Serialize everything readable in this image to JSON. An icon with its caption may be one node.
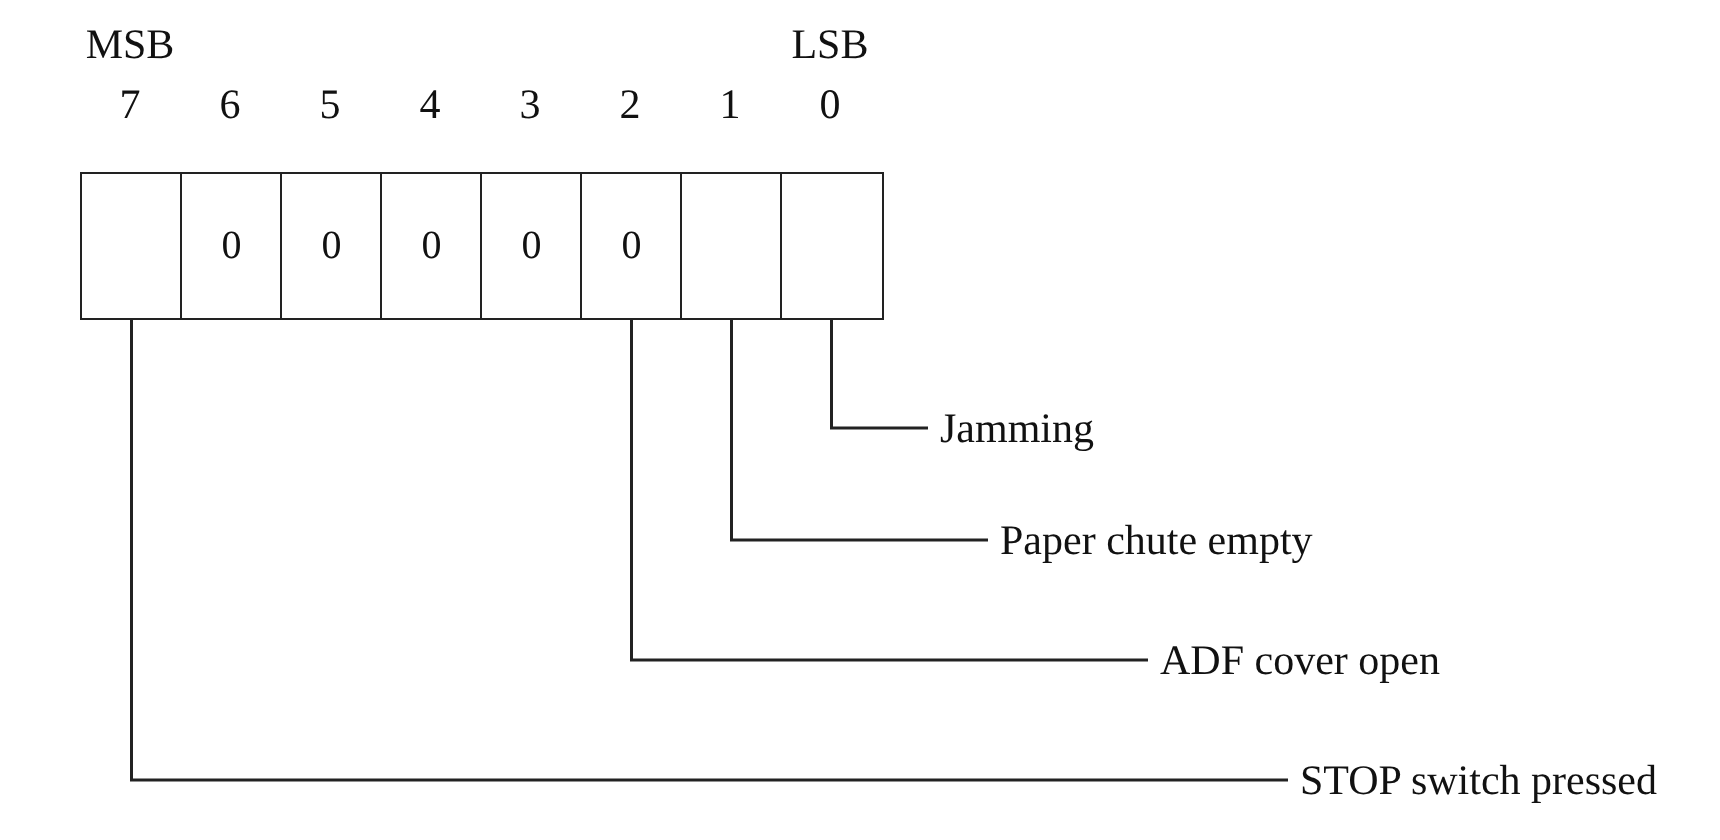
{
  "diagram": {
    "nodes": [
      {
        "text": [],
        "shape": "box"
      },
      {
        "text": [
          "0"
        ]
      },
      {
        "text": [
          "0"
        ]
      },
      {
        "text": [
          "0"
        ]
      },
      {
        "text": [
          "0"
        ]
      },
      {
        "text": [
          "0"
        ]
      },
      {
        "text": [],
        "shape": "box"
      },
      {
        "text": [],
        "shape": "box"
      },
      {
        "text": [
          "Jamming"
        ]
      },
      {
        "text": [
          "Paper chute empty"
        ]
      },
      {
        "text": [
          "ADF cover open"
        ]
      },
      {
        "text": [
          "STOP switch pressed"
        ]
      }
    ],
    "edges": [
      {
        "from": 8,
        "to": 7,
        "arrow": "none"
      },
      {
        "from": 9,
        "to": 6,
        "arrow": "none"
      },
      {
        "from": 10,
        "to": 5,
        "arrow": "none"
      },
      {
        "from": 11,
        "to": 0,
        "arrow": "none"
      }
    ],
    "labels": [
      "MSB",
      "LSB",
      "7",
      "6",
      "5",
      "4",
      "3",
      "2",
      "1",
      "0"
    ]
  }
}
